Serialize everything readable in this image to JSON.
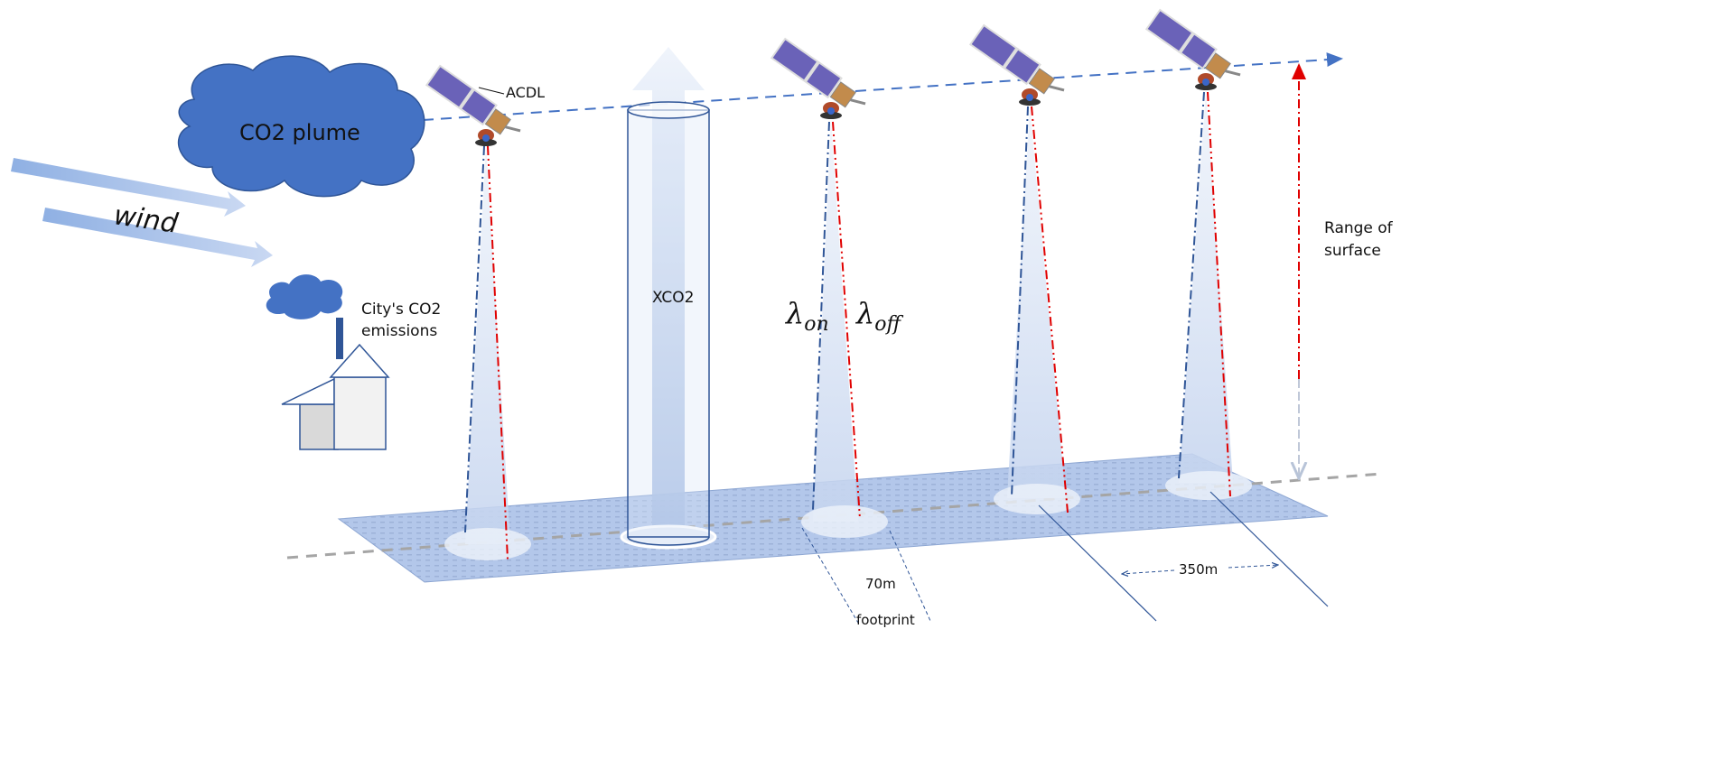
{
  "labels": {
    "acdl": "ACDL",
    "co2_plume": "CO2 plume",
    "wind": "wind",
    "city_line1": "City's CO2",
    "city_line2": "emissions",
    "xco2": "XCO2",
    "lambda_on": "λ",
    "lambda_on_sub": "on",
    "lambda_off": "λ",
    "lambda_off_sub": "off",
    "range_line1": "Range of",
    "range_line2": "surface",
    "footprint_size": "70m",
    "footprint": "footprint",
    "spacing": "350m"
  },
  "colors": {
    "cloud": "#4472c4",
    "orbit": "#4472c4",
    "on_beam": "#2f5597",
    "off_beam": "#e00000",
    "ground": "#a8bfe6"
  }
}
